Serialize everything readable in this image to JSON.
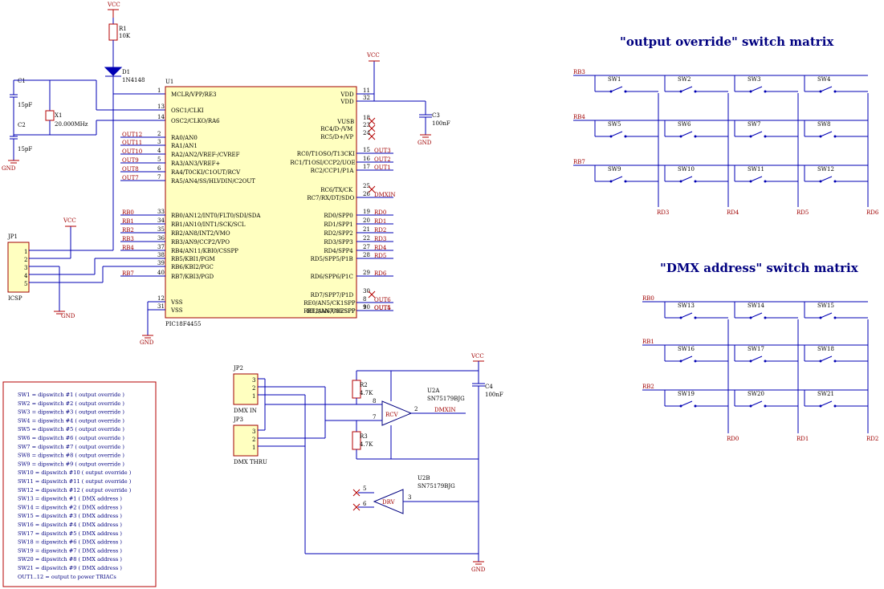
{
  "titles": {
    "output_matrix": "\"output override\" switch matrix",
    "dmx_matrix": "\"DMX address\" switch matrix"
  },
  "power": {
    "vcc": "VCC",
    "gnd": "GND"
  },
  "components": {
    "r1": [
      "R1",
      "10K"
    ],
    "d1": [
      "D1",
      "1N4148"
    ],
    "c1": [
      "C1",
      "15pF"
    ],
    "c2": [
      "C2",
      "15pF"
    ],
    "x1": [
      "X1",
      "20.000MHz"
    ],
    "c3": [
      "C3",
      "100nF"
    ],
    "c4": [
      "C4",
      "100nF"
    ],
    "r2": [
      "R2",
      "4.7K"
    ],
    "r3": [
      "R3",
      "4.7K"
    ],
    "u2a": [
      "U2A",
      "SN75179BJG"
    ],
    "u2b": [
      "U2B",
      "SN75179BJG"
    ],
    "u1": [
      "U1",
      "PIC18F4455"
    ]
  },
  "connectors": {
    "jp1": {
      "name": "JP1",
      "label": "ICSP",
      "pins": [
        "1",
        "2",
        "3",
        "4",
        "5"
      ]
    },
    "jp2": {
      "name": "JP2",
      "label": "DMX IN",
      "pins": [
        "3",
        "2",
        "1"
      ]
    },
    "jp3": {
      "name": "JP3",
      "label": "DMX THRU",
      "pins": [
        "3",
        "2",
        "1"
      ]
    }
  },
  "u1_left": [
    {
      "pin": "1",
      "name": "MCLR/VPP/RE3",
      "net": ""
    },
    {
      "pin": "13",
      "name": "OSC1/CLKI",
      "net": ""
    },
    {
      "pin": "14",
      "name": "OSC2/CLKO/RA6",
      "net": ""
    },
    {
      "pin": "2",
      "name": "RA0/AN0",
      "net": "OUT12"
    },
    {
      "pin": "3",
      "name": "RA1/AN1",
      "net": "OUT11"
    },
    {
      "pin": "4",
      "name": "RA2/AN2/VREF-/CVREF",
      "net": "OUT10"
    },
    {
      "pin": "5",
      "name": "RA3/AN3/VREF+",
      "net": "OUT9"
    },
    {
      "pin": "6",
      "name": "RA4/T0CKI/C1OUT/RCV",
      "net": "OUT8"
    },
    {
      "pin": "7",
      "name": "RA5/AN4/SS/HLVDIN/C2OUT",
      "net": "OUT7"
    },
    {
      "pin": "33",
      "name": "RB0/AN12/INT0/FLT0/SDI/SDA",
      "net": "RB0"
    },
    {
      "pin": "34",
      "name": "RB1/AN10/INT1/SCK/SCL",
      "net": "RB1"
    },
    {
      "pin": "35",
      "name": "RB2/AN8/INT2/VMO",
      "net": "RB2"
    },
    {
      "pin": "36",
      "name": "RB3/AN9/CCP2/VPO",
      "net": "RB3"
    },
    {
      "pin": "37",
      "name": "RB4/AN11/KBI0/CSSPP",
      "net": "RB4"
    },
    {
      "pin": "38",
      "name": "RB5/KBI1/PGM",
      "net": ""
    },
    {
      "pin": "39",
      "name": "RB6/KBI2/PGC",
      "net": ""
    },
    {
      "pin": "40",
      "name": "RB7/KBI3/PGD",
      "net": "RB7"
    },
    {
      "pin": "12",
      "name": "VSS",
      "net": ""
    },
    {
      "pin": "31",
      "name": "VSS",
      "net": ""
    }
  ],
  "u1_right": [
    {
      "pin": "11",
      "name": "VDD",
      "net": ""
    },
    {
      "pin": "32",
      "name": "VDD",
      "net": ""
    },
    {
      "pin": "18",
      "name": "VUSB",
      "net": ""
    },
    {
      "pin": "23",
      "name": "RC4/D-/VM",
      "net": ""
    },
    {
      "pin": "24",
      "name": "RC5/D+/VP",
      "net": ""
    },
    {
      "pin": "15",
      "name": "RC0/T1OSO/T13CKI",
      "net": "OUT3"
    },
    {
      "pin": "16",
      "name": "RC1/T1OSI/CCP2/UOE",
      "net": "OUT2"
    },
    {
      "pin": "17",
      "name": "RC2/CCP1/P1A",
      "net": "OUT1"
    },
    {
      "pin": "25",
      "name": "RC6/TX/CK",
      "net": ""
    },
    {
      "pin": "26",
      "name": "RC7/RX/DT/SDO",
      "net": "DMXIN"
    },
    {
      "pin": "19",
      "name": "RD0/SPP0",
      "net": "RD0"
    },
    {
      "pin": "20",
      "name": "RD1/SPP1",
      "net": "RD1"
    },
    {
      "pin": "21",
      "name": "RD2/SPP2",
      "net": "RD2"
    },
    {
      "pin": "22",
      "name": "RD3/SPP3",
      "net": "RD3"
    },
    {
      "pin": "27",
      "name": "RD4/SPP4",
      "net": "RD4"
    },
    {
      "pin": "28",
      "name": "RD5/SPP5/P1B",
      "net": "RD5"
    },
    {
      "pin": "29",
      "name": "RD6/SPP6/P1C",
      "net": "RD6"
    },
    {
      "pin": "30",
      "name": "RD7/SPP7/P1D",
      "net": ""
    },
    {
      "pin": "8",
      "name": "RE0/AN5/CK1SPP",
      "net": "OUT6"
    },
    {
      "pin": "9",
      "name": "RE1/AN6/CK2SPP",
      "net": "OUT5"
    },
    {
      "pin": "10",
      "name": "RE2/AN7/OESPP",
      "net": "OUT4"
    }
  ],
  "output_matrix": {
    "rows": [
      "RB3",
      "RB4",
      "RB7"
    ],
    "cols": [
      "RD3",
      "RD4",
      "RD5",
      "RD6"
    ],
    "switches": [
      [
        "SW1",
        "SW2",
        "SW3",
        "SW4"
      ],
      [
        "SW5",
        "SW6",
        "SW7",
        "SW8"
      ],
      [
        "SW9",
        "SW10",
        "SW11",
        "SW12"
      ]
    ]
  },
  "dmx_matrix": {
    "rows": [
      "RB0",
      "RB1",
      "RB2"
    ],
    "cols": [
      "RD0",
      "RD1",
      "RD2"
    ],
    "switches": [
      [
        "SW13",
        "SW14",
        "SW15"
      ],
      [
        "SW16",
        "SW17",
        "SW18"
      ],
      [
        "SW19",
        "SW20",
        "SW21"
      ]
    ]
  },
  "u2": {
    "rcv": "RCV",
    "drv": "DRV",
    "pins_a": [
      "8",
      "7",
      "2"
    ],
    "pins_b": [
      "5",
      "6",
      "3"
    ],
    "out_net": "DMXIN"
  },
  "legend": [
    "SW1 = dipswitch #1 ( output override )",
    "SW2 = dipswitch #2 ( output override )",
    "SW3 = dipswitch #3 ( output override )",
    "SW4 = dipswitch #4 ( output override )",
    "SW5 = dipswitch #5 ( output override )",
    "SW6 = dipswitch #6 ( output override )",
    "SW7 = dipswitch #7 ( output override )",
    "SW8 = dipswitch #8 ( output override )",
    "SW9 = dipswitch #9 ( output override )",
    "SW10 = dipswitch #10 ( output override )",
    "SW11 = dipswitch #11 ( output override )",
    "SW12 = dipswitch #12 ( output override )",
    "SW13 = dipswitch #1 ( DMX address )",
    "SW14 = dipswitch #2 ( DMX address )",
    "SW15 = dipswitch #3 ( DMX address )",
    "SW16 = dipswitch #4 ( DMX address )",
    "SW17 = dipswitch #5 ( DMX address )",
    "SW18 = dipswitch #6 ( DMX address )",
    "SW19 = dipswitch #7 ( DMX address )",
    "SW20 = dipswitch #8 ( DMX address )",
    "SW21 = dipswitch #9 ( DMX address )",
    "OUT1..12 = output to power TRIACs"
  ]
}
